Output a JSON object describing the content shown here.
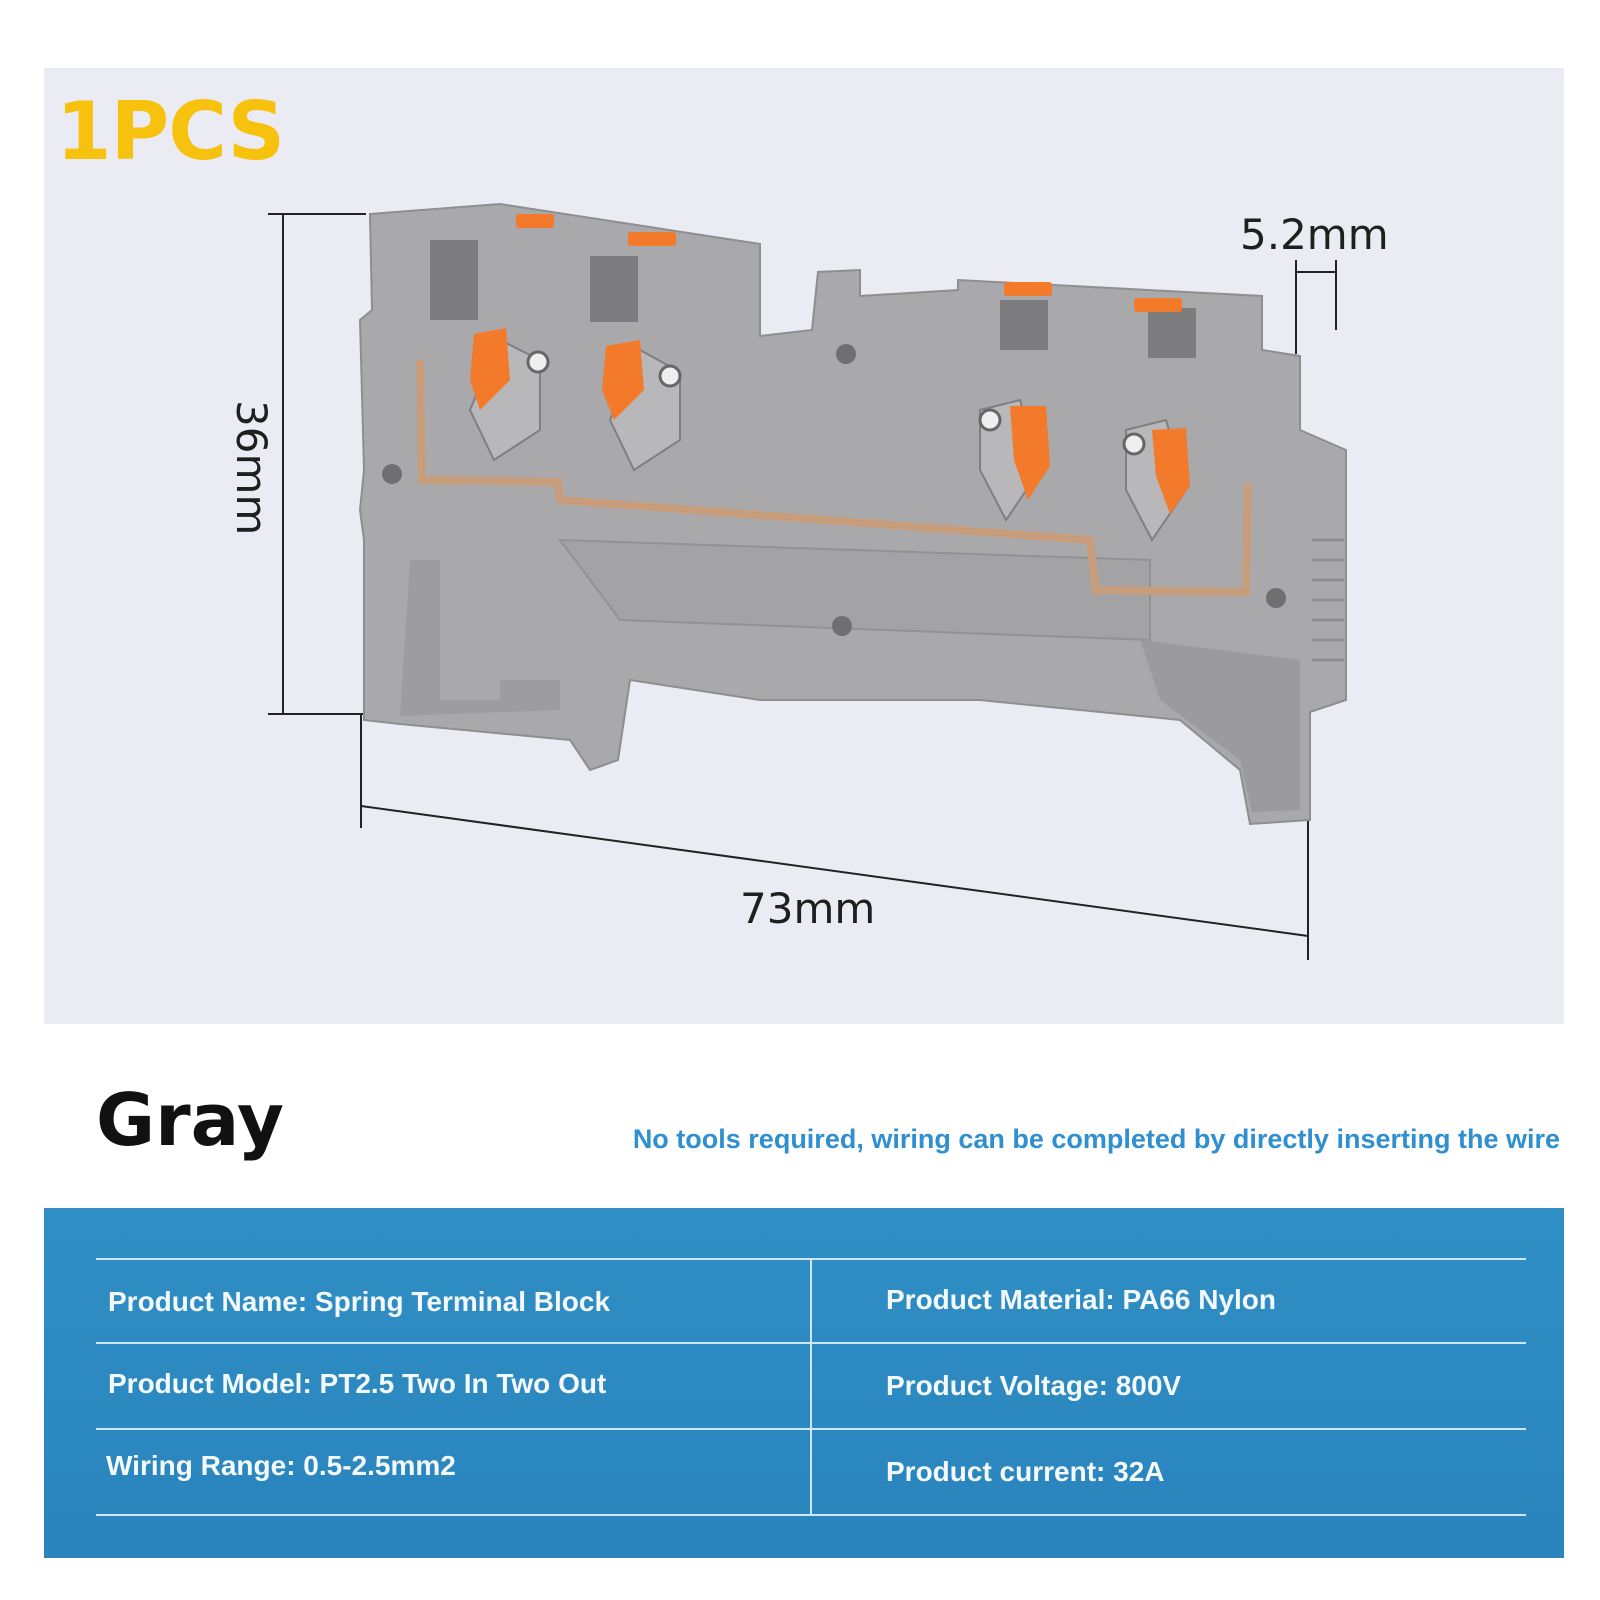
{
  "header": {
    "quantity": "1PCS"
  },
  "dimensions": {
    "height": "36mm",
    "length": "73mm",
    "width": "5.2mm"
  },
  "variant": {
    "color_name": "Gray",
    "tagline": "No tools required, wiring can be completed by directly inserting the wire"
  },
  "specs": [
    {
      "left": "Product Name: Spring Terminal Block",
      "right": "Product Material: PA66 Nylon"
    },
    {
      "left": "Product Model: PT2.5 Two In Two Out",
      "right": "Product Voltage: 800V"
    },
    {
      "left": "Wiring Range: 0.5-2.5mm2",
      "right": "Product current: 32A"
    }
  ],
  "colors": {
    "panel_background": "#ebebf3",
    "quantity_text": "#f7c20e",
    "housing_gray": "#a9a9ab",
    "lever_orange": "#f27a2a",
    "spec_band": "#2f8fc5",
    "tagline_text": "#2f8fd0"
  }
}
